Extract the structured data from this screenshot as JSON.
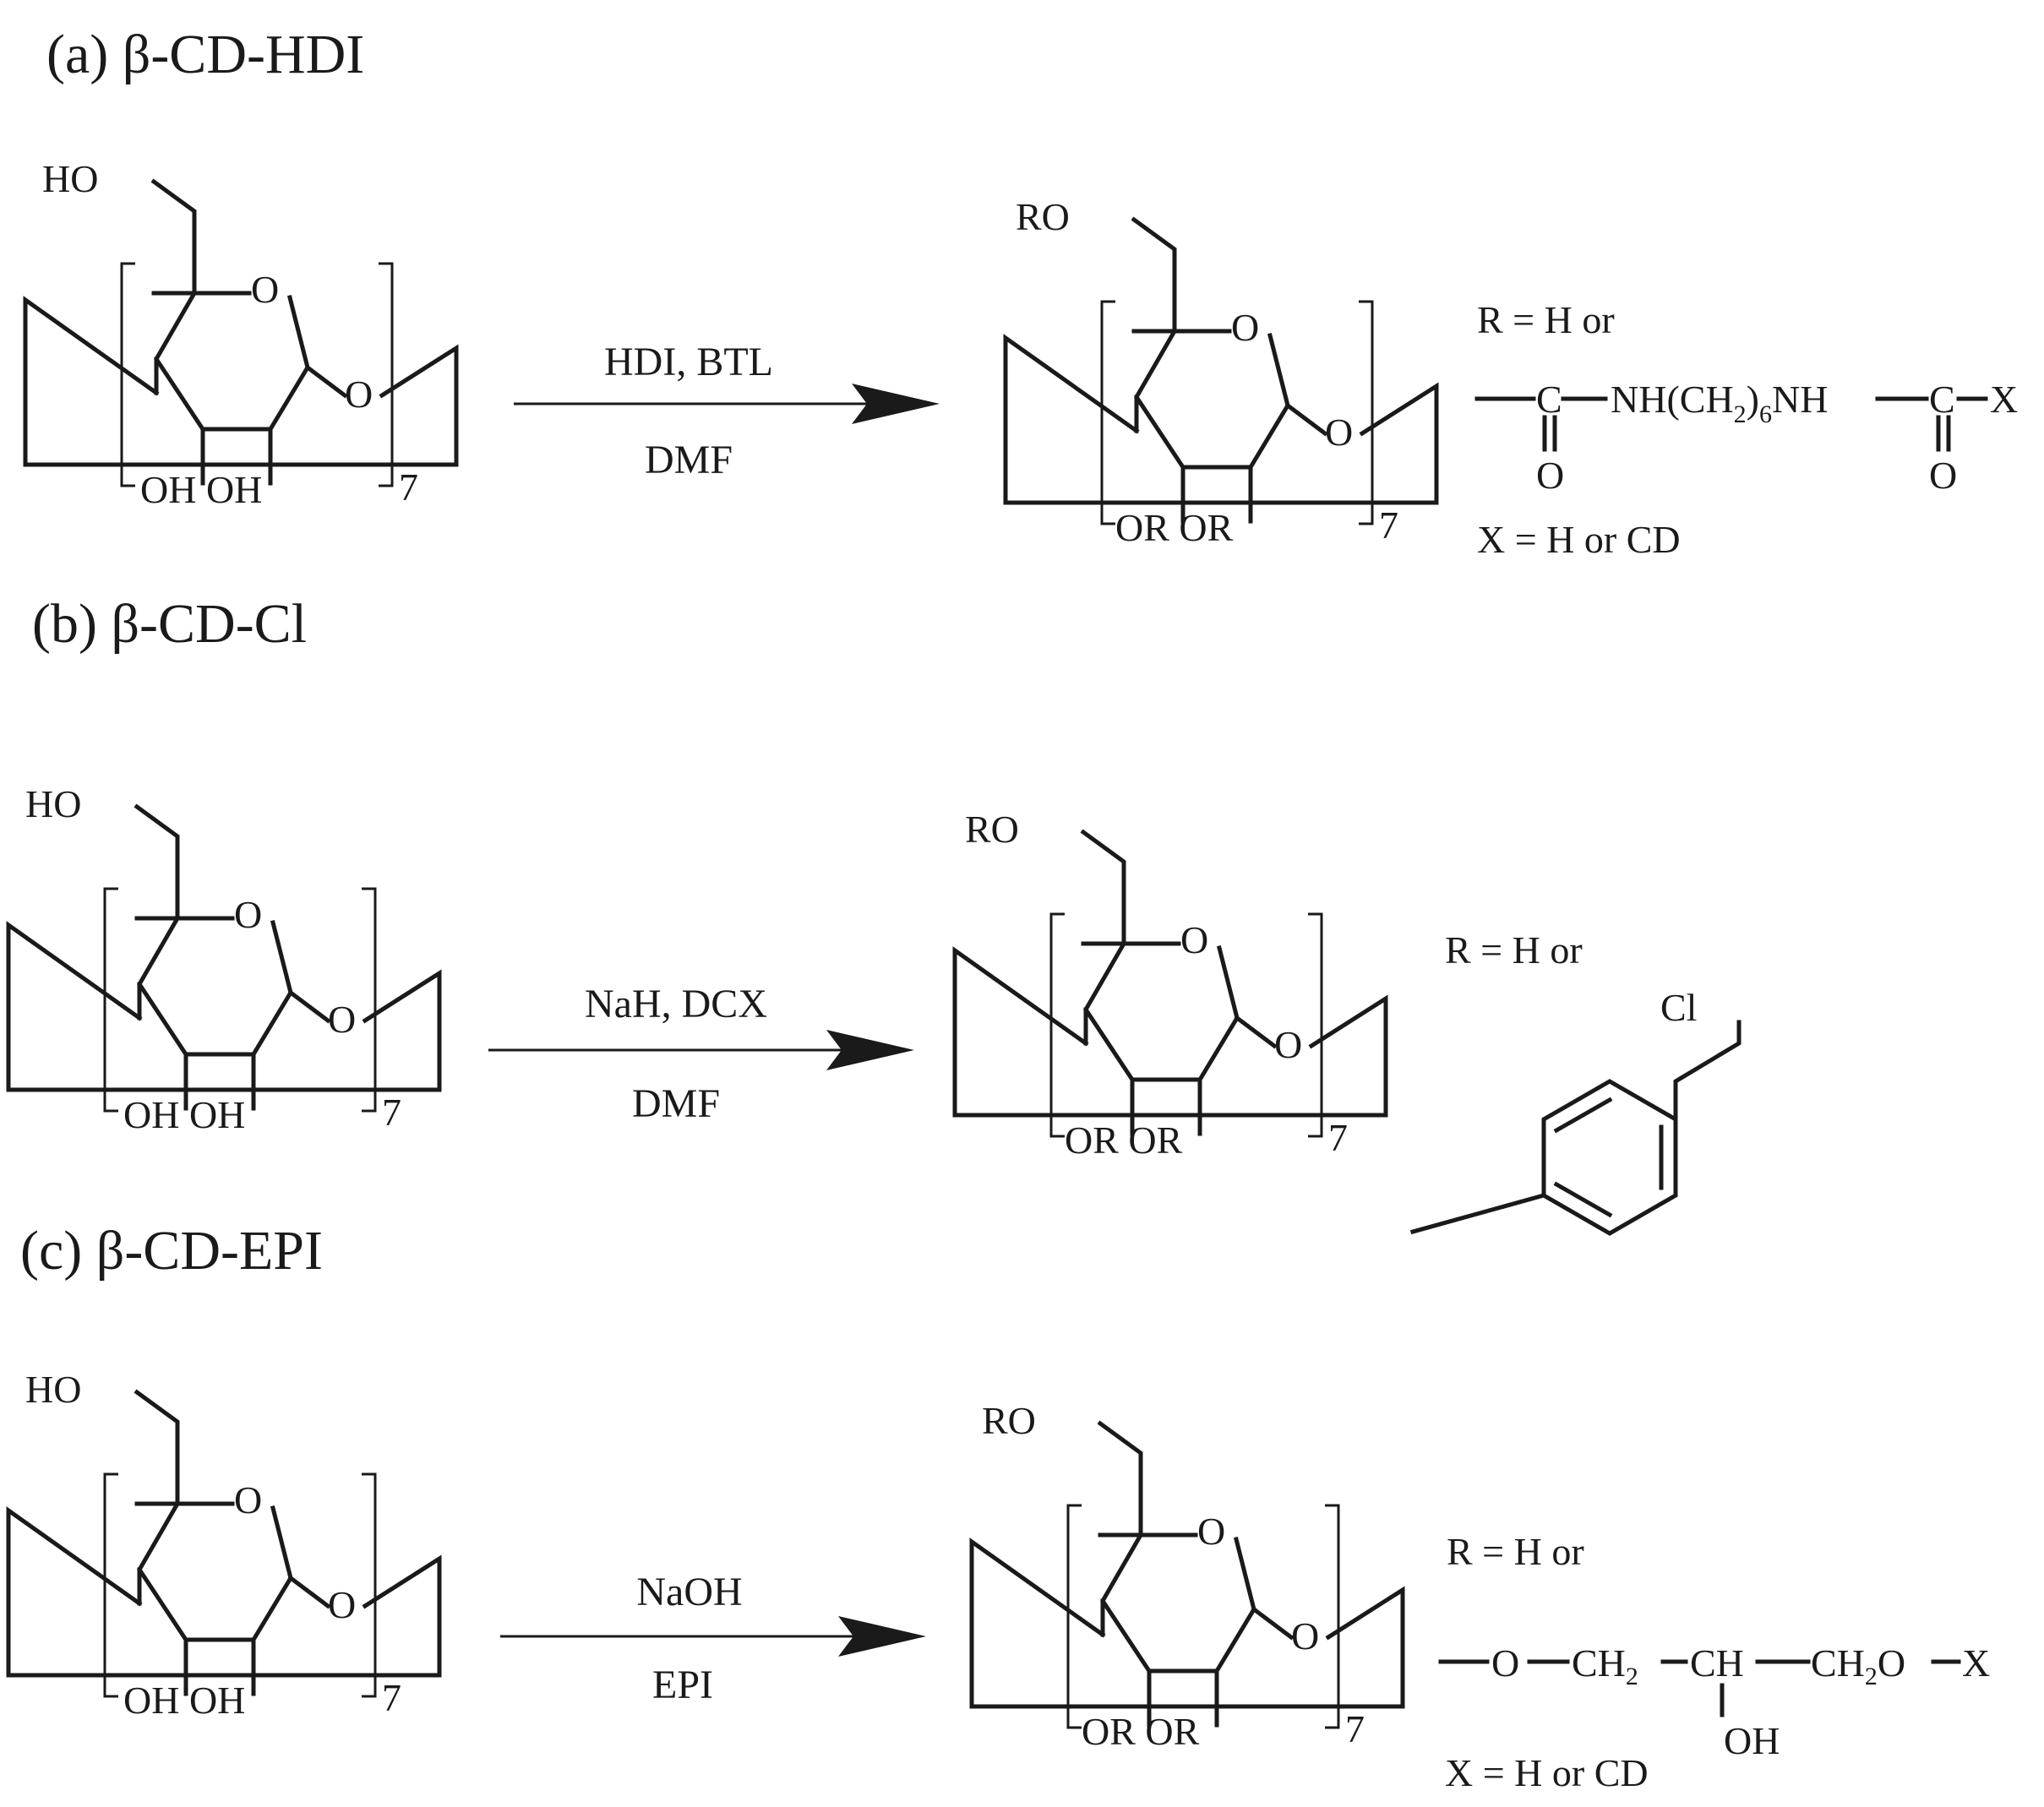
{
  "sections": [
    {
      "title": "(a) β-CD-HDI",
      "reactant": {
        "top": "HO",
        "ring_o": "O",
        "link_o": "O",
        "bottom": "OH OH",
        "n": "7"
      },
      "reagent_top": "HDI, BTL",
      "reagent_bottom": "DMF",
      "product": {
        "top": "RO",
        "ring_o": "O",
        "link_o": "O",
        "bottom": "OR OR",
        "n": "7"
      },
      "r_def": "R = H or",
      "x_def": "X = H or CD",
      "substituent": {
        "c1": "C",
        "chain_a": "NH(CH",
        "sub2": "2",
        "chain_b": ")",
        "sub6": "6",
        "chain_c": "NH",
        "c2": "C",
        "x": "X",
        "o1": "O",
        "o2": "O"
      }
    },
    {
      "title": "(b) β-CD-Cl",
      "reactant": {
        "top": "HO",
        "ring_o": "O",
        "link_o": "O",
        "bottom": "OH OH",
        "n": "7"
      },
      "reagent_top": "NaH, DCX",
      "reagent_bottom": "DMF",
      "product": {
        "top": "RO",
        "ring_o": "O",
        "link_o": "O",
        "bottom": "OR OR",
        "n": "7"
      },
      "r_def": "R = H or",
      "substituent": {
        "cl": "Cl"
      }
    },
    {
      "title": "(c) β-CD-EPI",
      "reactant": {
        "top": "HO",
        "ring_o": "O",
        "link_o": "O",
        "bottom": "OH OH",
        "n": "7"
      },
      "reagent_top": "NaOH",
      "reagent_bottom": "EPI",
      "product": {
        "top": "RO",
        "ring_o": "O",
        "link_o": "O",
        "bottom": "OR OR",
        "n": "7"
      },
      "r_def": "R = H or",
      "x_def": "X = H or CD",
      "substituent": {
        "o": "O",
        "ch2a": "CH",
        "sub2a": "2",
        "ch": "CH",
        "ch2b": "CH",
        "sub2b": "2",
        "o2": "O",
        "x": "X",
        "oh": "OH"
      }
    }
  ]
}
